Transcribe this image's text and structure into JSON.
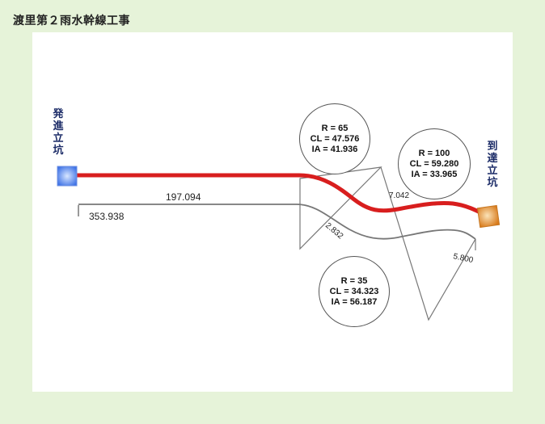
{
  "title": "渡里第２雨水幹線工事",
  "start_shaft": {
    "label_chars": [
      "発",
      "進",
      "立",
      "坑"
    ]
  },
  "end_shaft": {
    "label_chars": [
      "到",
      "達",
      "立",
      "坑"
    ]
  },
  "dimensions": {
    "straight_length": "197.094",
    "total_length": "353.938",
    "tangent_a": "2.832",
    "tangent_b": "7.042",
    "tangent_c": "5.800"
  },
  "curves": [
    {
      "r": "R = 65",
      "cl": "CL = 47.576",
      "ia": "IA = 41.936"
    },
    {
      "r": "R = 100",
      "cl": "CL = 59.280",
      "ia": "IA = 33.965"
    },
    {
      "r": "R = 35",
      "cl": "CL = 34.323",
      "ia": "IA = 56.187"
    }
  ],
  "colors": {
    "pipe": "#d81e1e",
    "reference_line": "#777777",
    "start_shaft": "#3f73e6",
    "end_shaft": "#e08a2a",
    "background": "#e6f3d9"
  }
}
